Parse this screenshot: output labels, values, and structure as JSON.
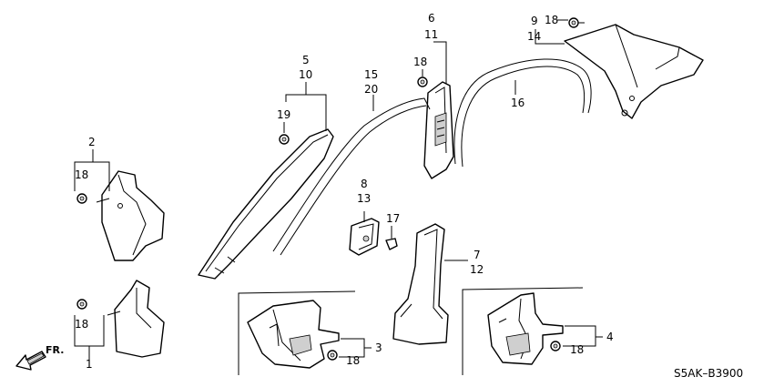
{
  "callouts": {
    "c1": "1",
    "c2": "2",
    "c3": "3",
    "c4": "4",
    "c5": "5",
    "c6": "6",
    "c7": "7",
    "c8": "8",
    "c9": "9",
    "c10": "10",
    "c11": "11",
    "c12": "12",
    "c13": "13",
    "c14": "14",
    "c15": "15",
    "c16": "16",
    "c17": "17",
    "c18a": "18",
    "c18b": "18",
    "c18c": "18",
    "c18d": "18",
    "c18e": "18",
    "c18f": "18",
    "c19": "19",
    "c20": "20"
  },
  "direction_label": "FR.",
  "diagram_code": "S5AK–B3900"
}
